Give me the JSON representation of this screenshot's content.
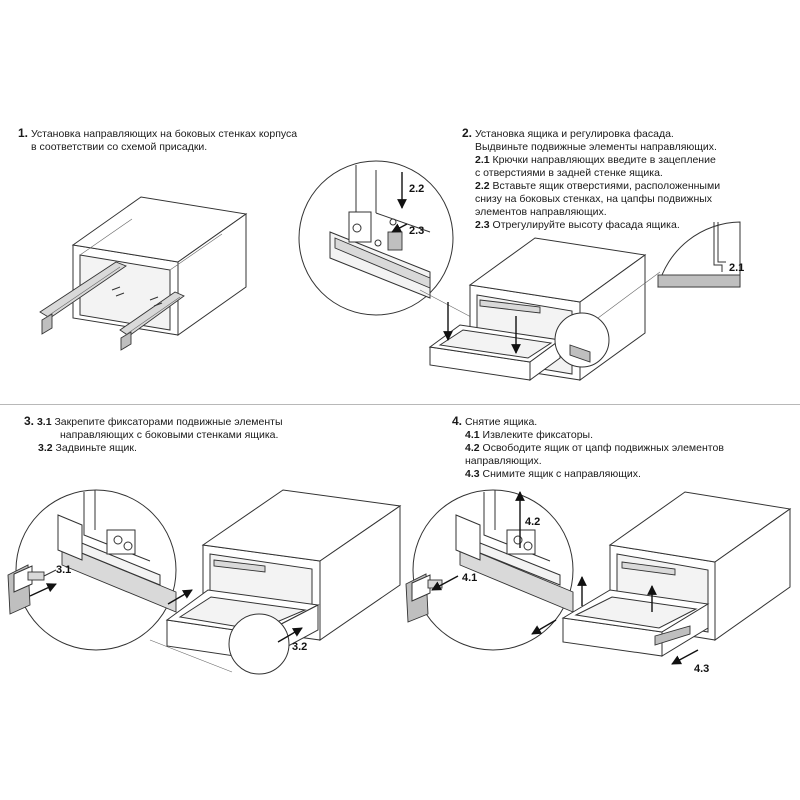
{
  "steps": [
    {
      "number": "1.",
      "lines": [
        "Установка направляющих на боковых стенках корпуса",
        "в соответствии со схемой присадки."
      ]
    },
    {
      "number": "2.",
      "lines": [
        "Установка ящика и регулировка фасада.",
        "Выдвиньте подвижные элементы направляющих."
      ],
      "items": [
        {
          "code": "2.1",
          "lines": [
            "Крючки направляющих введите в зацепление",
            "с отверстиями в задней стенке ящика."
          ]
        },
        {
          "code": "2.2",
          "lines": [
            "Вставьте ящик отверстиями, расположенными",
            "снизу на боковых стенках, на цапфы подвижных",
            "элементов направляющих."
          ]
        },
        {
          "code": "2.3",
          "lines": [
            "Отрегулируйте высоту фасада ящика."
          ]
        }
      ]
    },
    {
      "number": "3.",
      "items": [
        {
          "code": "3.1",
          "lines": [
            "Закрепите фиксаторами подвижные элементы",
            "направляющих с боковыми стенками ящика."
          ]
        },
        {
          "code": "3.2",
          "lines": [
            "Задвиньте ящик."
          ]
        }
      ]
    },
    {
      "number": "4.",
      "lines": [
        "Снятие ящика."
      ],
      "items": [
        {
          "code": "4.1",
          "lines": [
            "Извлеките фиксаторы."
          ]
        },
        {
          "code": "4.2",
          "lines": [
            "Освободите ящик от цапф подвижных элементов",
            "направляющих."
          ]
        },
        {
          "code": "4.3",
          "lines": [
            "Снимите ящик с направляющих."
          ]
        }
      ]
    }
  ],
  "callouts": {
    "c21": "2.1",
    "c22": "2.2",
    "c23": "2.3",
    "c31": "3.1",
    "c32": "3.2",
    "c41": "4.1",
    "c42": "4.2",
    "c43": "4.3"
  },
  "colors": {
    "line": "#333333",
    "rail": "#d9d9d9",
    "divider": "#b8b8b8"
  }
}
